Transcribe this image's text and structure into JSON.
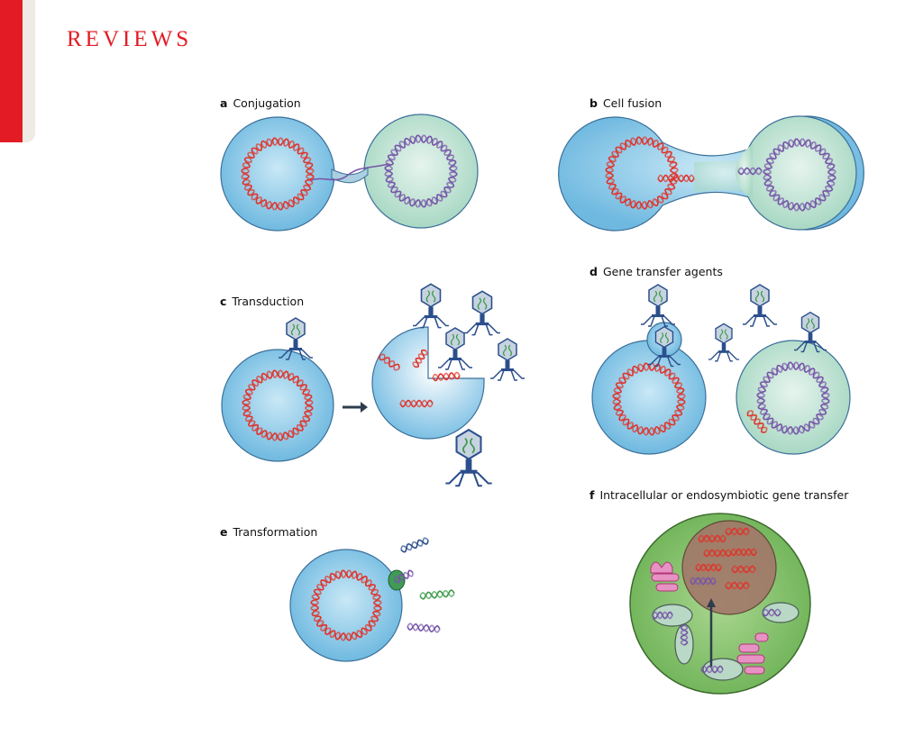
{
  "header": {
    "title": "REVIEWS",
    "accent_color": "#e21b24"
  },
  "panels": [
    {
      "letter": "a",
      "label": "Conjugation"
    },
    {
      "letter": "b",
      "label": "Cell fusion"
    },
    {
      "letter": "c",
      "label": "Transduction"
    },
    {
      "letter": "d",
      "label": "Gene transfer agents"
    },
    {
      "letter": "e",
      "label": "Transformation"
    },
    {
      "letter": "f",
      "label": "Intracellular or endosymbiotic gene transfer"
    }
  ],
  "colors": {
    "blue_cell": "#8fcbe8",
    "green_cell": "#c2e3d6",
    "eukaryote": "#86c46f",
    "red_dna": "#e0342b",
    "purple_dna": "#7755a8",
    "green_dna": "#3a9a4a",
    "phage": "#2b4f8c"
  }
}
